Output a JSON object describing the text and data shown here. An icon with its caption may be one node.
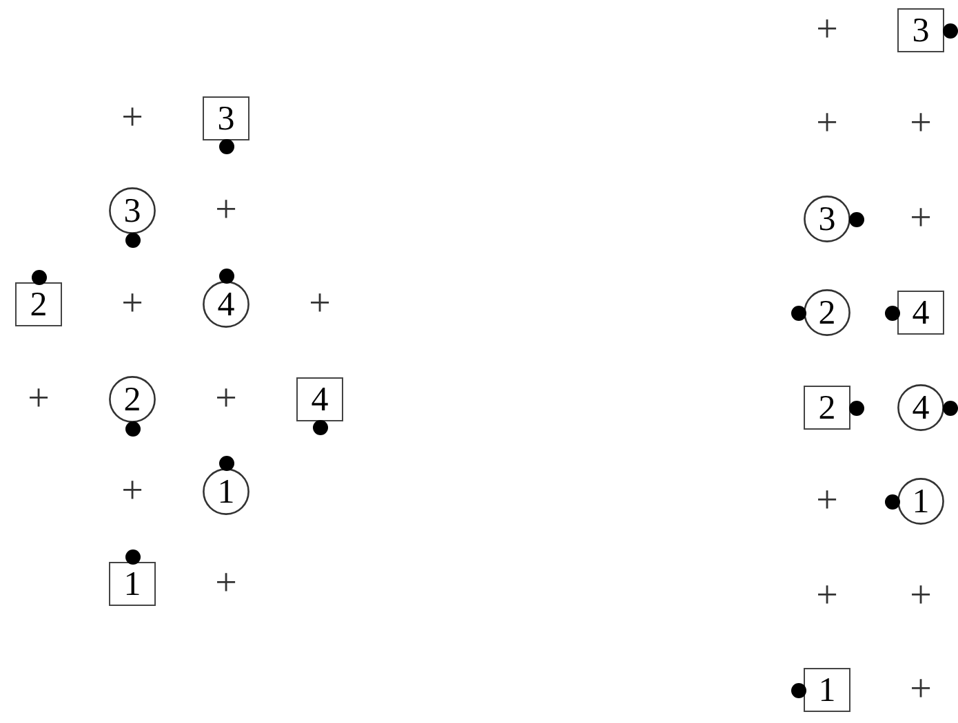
{
  "diagram": {
    "nodes": [
      {
        "text": [
          "3"
        ]
      },
      {
        "text": [
          "3"
        ]
      },
      {
        "text": [
          "2"
        ]
      },
      {
        "text": [
          "4"
        ]
      },
      {
        "text": [
          "2"
        ]
      },
      {
        "text": [
          "4"
        ]
      },
      {
        "text": [
          "1"
        ]
      },
      {
        "text": [
          "1"
        ]
      },
      {
        "text": [
          "3"
        ]
      },
      {
        "text": [
          "3"
        ]
      },
      {
        "text": [
          "2"
        ]
      },
      {
        "text": [
          "4"
        ]
      },
      {
        "text": [
          "2"
        ]
      },
      {
        "text": [
          "4"
        ]
      },
      {
        "text": [
          "1"
        ]
      },
      {
        "text": [
          "1"
        ]
      }
    ],
    "labels": [
      "+",
      "+",
      "+",
      "+",
      "+",
      "+",
      "+",
      "+",
      "+",
      "+",
      "+",
      "+",
      "+",
      "+",
      "+",
      "+"
    ]
  }
}
